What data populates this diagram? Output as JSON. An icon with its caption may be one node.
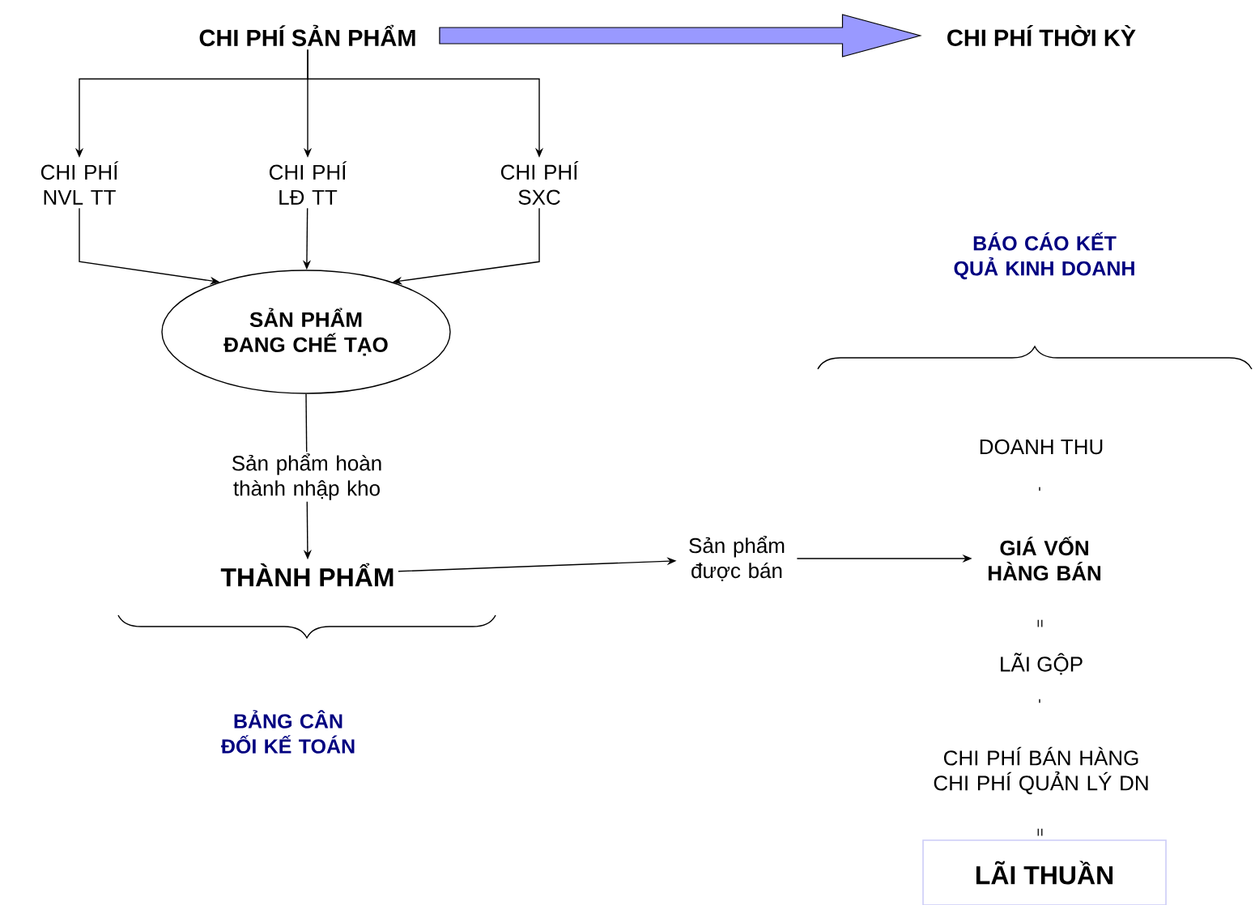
{
  "diagram": {
    "nodes": [
      {
        "text": [
          "CHI PHÍ SẢN PHẨM"
        ]
      },
      {
        "text": [
          "CHI PHÍ THỜI KỲ"
        ]
      },
      {
        "text": [
          "CHI PHÍ NVL TT"
        ]
      },
      {
        "text": [
          "CHI PHÍ LĐ TT"
        ]
      },
      {
        "text": [
          "CHI PHÍ SXC"
        ]
      },
      {
        "text": [
          "SẢN PHẨM ĐANG CHẾ TẠO"
        ]
      },
      {
        "text": [
          "THÀNH PHẨM"
        ]
      },
      {
        "text": [
          "Sản phẩm được bán"
        ]
      },
      {
        "text": [
          "GIÁ VỐN HÀNG BÁN"
        ]
      },
      {
        "text": [
          "LÃI THUẦN"
        ]
      }
    ],
    "edges": [
      {
        "from": 0,
        "to": 1,
        "arrow": "to",
        "style": "thick",
        "color": "#9999ff"
      },
      {
        "from": 0,
        "to": 2,
        "arrow": "to"
      },
      {
        "from": 0,
        "to": 3,
        "arrow": "to"
      },
      {
        "from": 0,
        "to": 4,
        "arrow": "to"
      },
      {
        "from": 2,
        "to": 5,
        "arrow": "to"
      },
      {
        "from": 3,
        "to": 5,
        "arrow": "to"
      },
      {
        "from": 4,
        "to": 5,
        "arrow": "to"
      },
      {
        "from": 5,
        "to": 6,
        "arrow": "to",
        "label": "Sản phẩm hoàn thành nhập kho"
      },
      {
        "from": 6,
        "to": 7,
        "arrow": "to"
      },
      {
        "from": 7,
        "to": 8,
        "arrow": "to"
      }
    ],
    "labels": [
      "BÁO CÁO KẾT QUẢ KINH DOANH",
      "DOANH THU",
      "-",
      "=",
      "LÃI GỘP",
      "-",
      "CHI PHÍ BÁN HÀNG CHI PHÍ QUẢN LÝ DN",
      "=",
      "BẢNG CÂN ĐỐI KẾ TOÁN"
    ]
  }
}
